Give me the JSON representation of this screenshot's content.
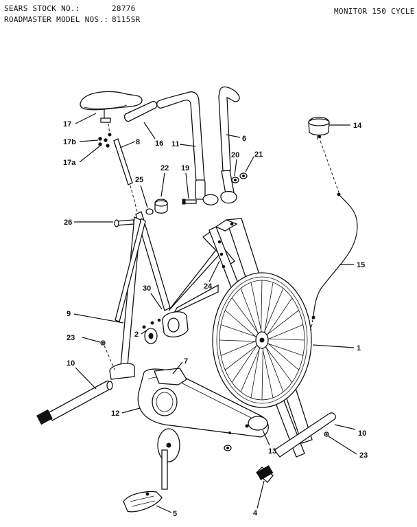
{
  "header": {
    "stock_label": "SEARS STOCK NO.:",
    "stock_value": "28776",
    "model_label": "ROADMASTER MODEL NOS.:",
    "model_value": "8115SR",
    "product_name": "MONITOR 150 CYCLE"
  },
  "callouts": [
    {
      "id": "17",
      "text": "17"
    },
    {
      "id": "17b",
      "text": "17b"
    },
    {
      "id": "17a",
      "text": "17a"
    },
    {
      "id": "8",
      "text": "8"
    },
    {
      "id": "16",
      "text": "16"
    },
    {
      "id": "11",
      "text": "11"
    },
    {
      "id": "6",
      "text": "6"
    },
    {
      "id": "20",
      "text": "20"
    },
    {
      "id": "21",
      "text": "21"
    },
    {
      "id": "14",
      "text": "14"
    },
    {
      "id": "22",
      "text": "22"
    },
    {
      "id": "19",
      "text": "19"
    },
    {
      "id": "25",
      "text": "25"
    },
    {
      "id": "26",
      "text": "26"
    },
    {
      "id": "24",
      "text": "24"
    },
    {
      "id": "15",
      "text": "15"
    },
    {
      "id": "30",
      "text": "30"
    },
    {
      "id": "9",
      "text": "9"
    },
    {
      "id": "2",
      "text": "2"
    },
    {
      "id": "23a",
      "text": "23"
    },
    {
      "id": "1",
      "text": "1"
    },
    {
      "id": "10a",
      "text": "10"
    },
    {
      "id": "7",
      "text": "7"
    },
    {
      "id": "12",
      "text": "12"
    },
    {
      "id": "10b",
      "text": "10"
    },
    {
      "id": "13",
      "text": "13"
    },
    {
      "id": "23b",
      "text": "23"
    },
    {
      "id": "5",
      "text": "5"
    },
    {
      "id": "4",
      "text": "4"
    }
  ]
}
